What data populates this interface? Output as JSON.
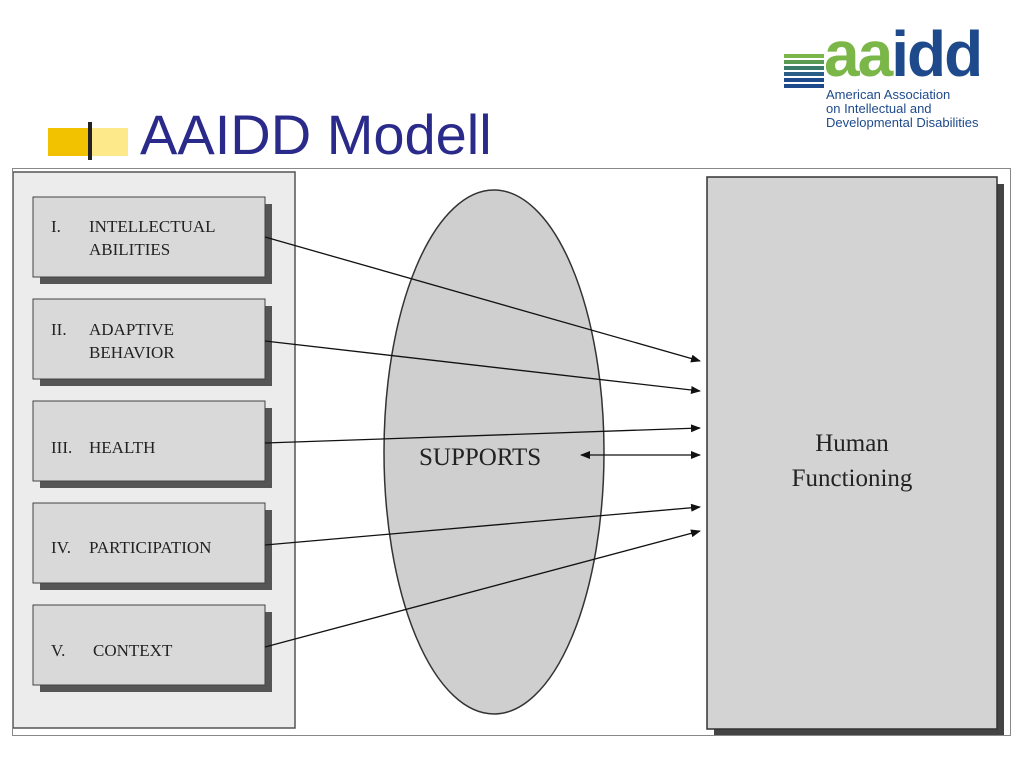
{
  "slide": {
    "title": "AAIDD Modell"
  },
  "logo": {
    "wordmark_aa": "aa",
    "wordmark_idd": "idd",
    "subtitle_lines": [
      "American Association",
      "on Intellectual and",
      "Developmental Disabilities"
    ],
    "colors": {
      "green": "#7ab648",
      "blue": "#1e4a8c"
    }
  },
  "diagram": {
    "dimensions": [
      {
        "numeral": "I.",
        "lines": [
          "INTELLECTUAL",
          "ABILITIES"
        ]
      },
      {
        "numeral": "II.",
        "lines": [
          "ADAPTIVE",
          "BEHAVIOR"
        ]
      },
      {
        "numeral": "III.",
        "lines": [
          "HEALTH"
        ]
      },
      {
        "numeral": "IV.",
        "lines": [
          "PARTICIPATION"
        ]
      },
      {
        "numeral": "V.",
        "lines": [
          "CONTEXT"
        ]
      }
    ],
    "supports_label": "SUPPORTS",
    "outcome_lines": [
      "Human",
      "Functioning"
    ],
    "colors": {
      "box_fill": "#d9d9d9",
      "panel_fill": "#ececec",
      "title": "#2a2a8a"
    }
  }
}
